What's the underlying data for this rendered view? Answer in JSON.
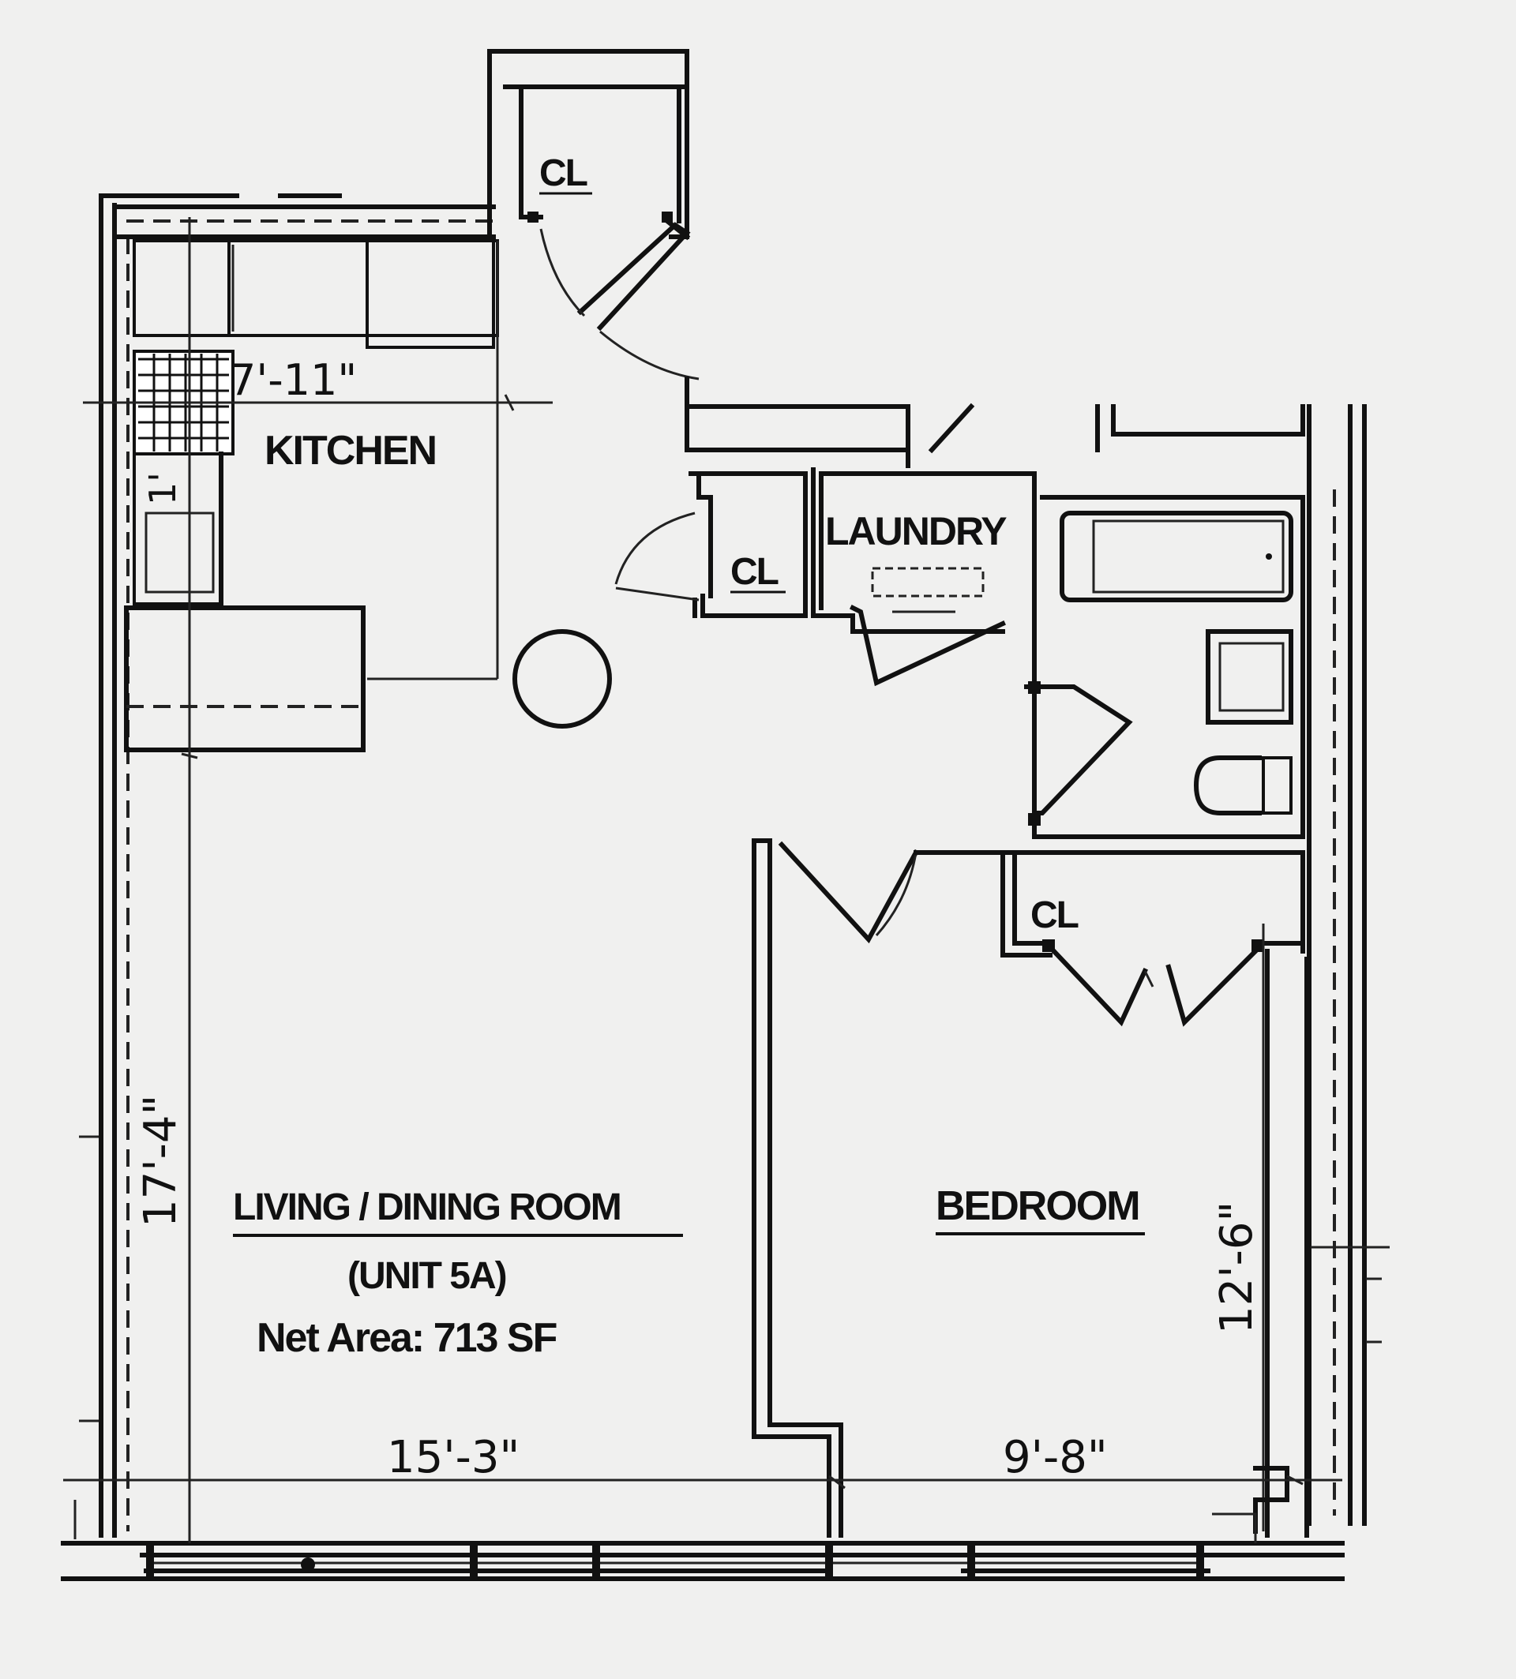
{
  "rooms": {
    "kitchen": "KITCHEN",
    "living": "LIVING / DINING ROOM",
    "unit": "(UNIT 5A)",
    "net_area": "Net Area: 713 SF",
    "bedroom": "BEDROOM",
    "laundry": "LAUNDRY",
    "closet_top": "CL",
    "closet_hall": "CL",
    "closet_bedroom": "CL"
  },
  "dimensions": {
    "kitchen_width": "7'-11\"",
    "kitchen_depth": "1'",
    "living_depth": "17'-4\"",
    "living_width": "15'-3\"",
    "bedroom_width": "9'-8\"",
    "bedroom_depth": "12'-6\""
  }
}
